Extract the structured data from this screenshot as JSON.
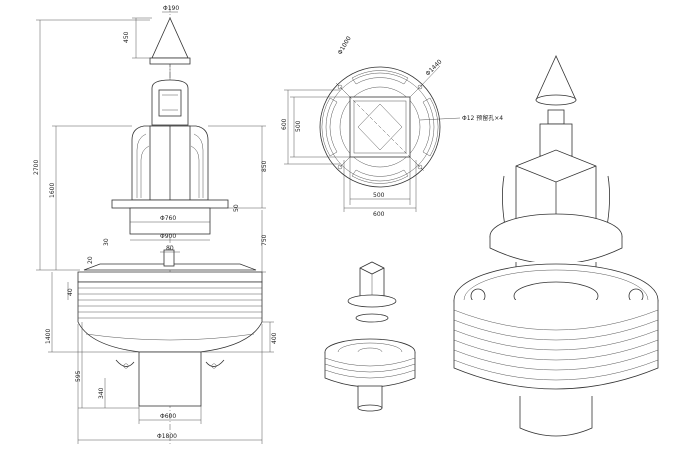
{
  "drawing": {
    "front_view": {
      "dims": {
        "cone_dia": "Φ190",
        "cone_h": "450",
        "total_h": "2700",
        "upper_h": "1600",
        "frame_h": "850",
        "thick_50": "50",
        "d760": "Φ760",
        "d900": "Φ900",
        "d80": "80",
        "d30": "30",
        "d20": "20",
        "h750": "750",
        "h40": "40",
        "h1400": "1400",
        "h400": "400",
        "h595": "595",
        "h340": "340",
        "d600": "Φ600",
        "d1800": "Φ1800"
      }
    },
    "top_view": {
      "dims": {
        "d1000": "Φ1000",
        "d1440": "Φ1440",
        "hole_note": "Φ12 预留孔×4",
        "h600": "600",
        "h500": "500",
        "w500": "500",
        "w600": "600"
      }
    }
  }
}
